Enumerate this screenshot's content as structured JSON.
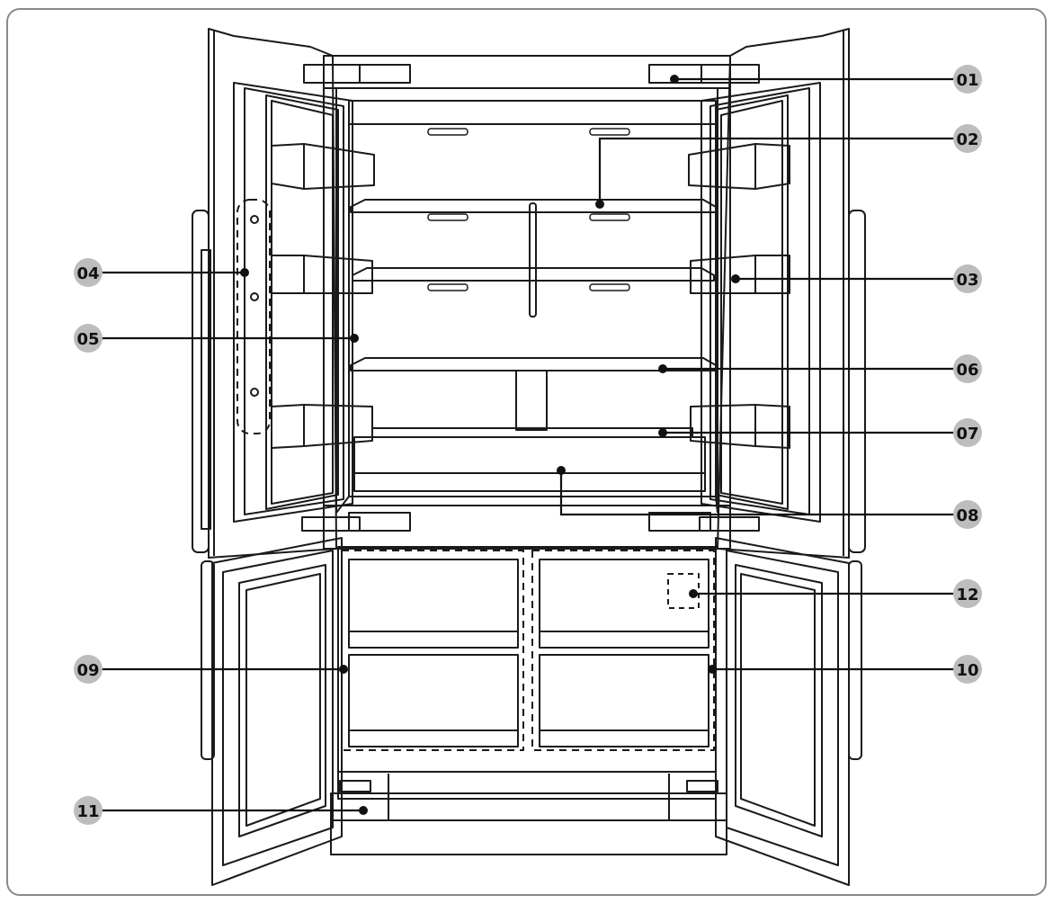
{
  "callouts": [
    {
      "id": "01"
    },
    {
      "id": "02"
    },
    {
      "id": "03"
    },
    {
      "id": "04"
    },
    {
      "id": "05"
    },
    {
      "id": "06"
    },
    {
      "id": "07"
    },
    {
      "id": "08"
    },
    {
      "id": "09"
    },
    {
      "id": "10"
    },
    {
      "id": "11"
    },
    {
      "id": "12"
    }
  ],
  "colors": {
    "outline": "#1a1a1a",
    "badge_fill": "#bdbdbd",
    "badge_text": "#111111",
    "frame": "#8a8a8a",
    "background": "#ffffff"
  }
}
